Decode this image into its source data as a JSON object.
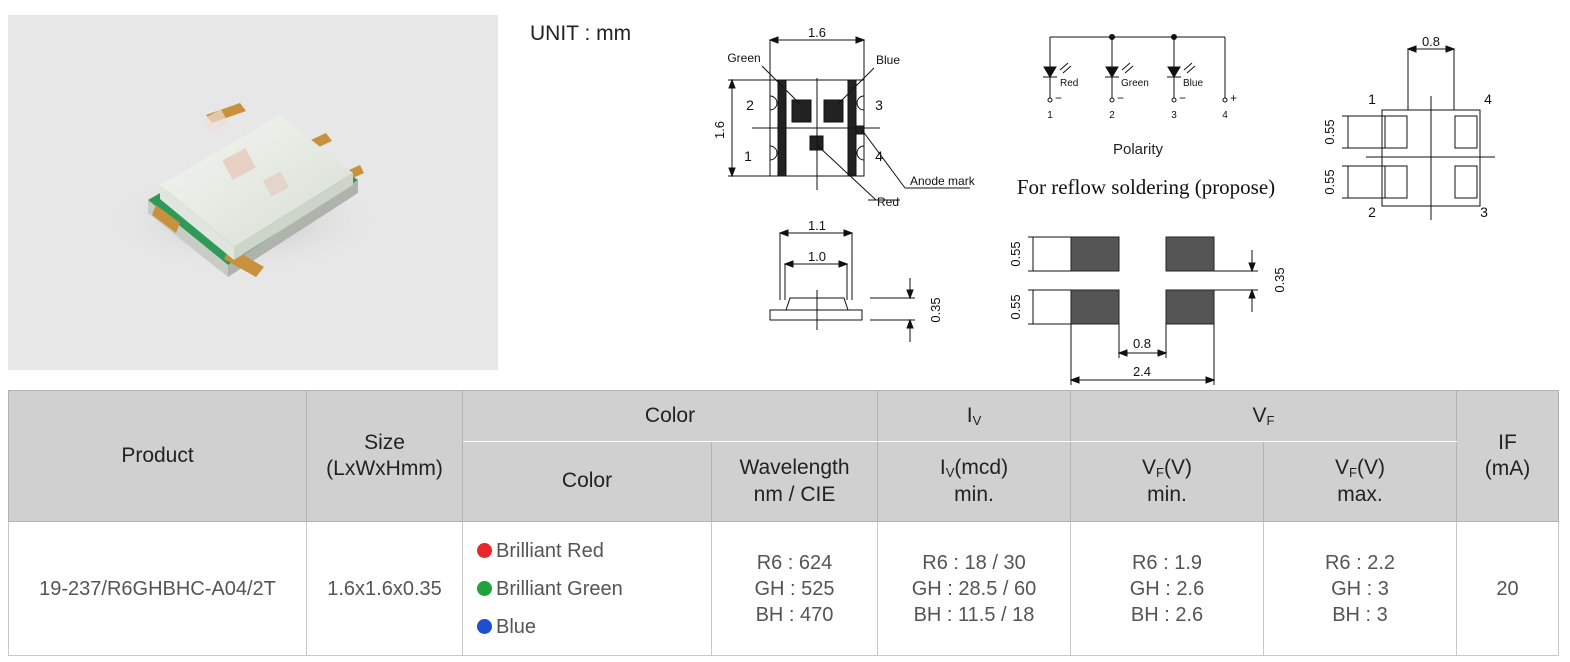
{
  "unit_label": "UNIT : mm",
  "top_view": {
    "width": "1.6",
    "height": "1.6",
    "green": "Green",
    "blue": "Blue",
    "red": "Red",
    "anode": "Anode mark",
    "pins": [
      "2",
      "3",
      "1",
      "4"
    ]
  },
  "side_view": {
    "w1": "1.1",
    "w2": "1.0",
    "h": "0.35"
  },
  "polarity": {
    "labels": [
      "Red",
      "Green",
      "Blue"
    ],
    "pin_numbers": [
      "1",
      "2",
      "3",
      "4"
    ],
    "minus": "−",
    "plus": "+",
    "title": "Polarity"
  },
  "reflow": {
    "title": "For reflow soldering (propose)",
    "pad_h1": "0.55",
    "pad_h2": "0.55",
    "gap": "0.35",
    "inner": "0.8",
    "outer": "2.4"
  },
  "bottom_view": {
    "w": "0.8",
    "h1": "0.55",
    "h2": "0.55",
    "pins": [
      "1",
      "4",
      "2",
      "3"
    ]
  },
  "table": {
    "product_h": "Product",
    "size_h1": "Size",
    "size_h2": "(LxWxHmm)",
    "color_group": "Color",
    "iv_group_main": "I",
    "iv_group_sub": "V",
    "vf_group_main": "V",
    "vf_group_sub": "F",
    "if_h1": "IF",
    "if_h2": "(mA)",
    "color_h": "Color",
    "wavelength_h1": "Wavelength",
    "wavelength_h2": "nm / CIE",
    "iv_h_main": "I",
    "iv_h_sub": "V",
    "iv_h_unit": "(mcd)",
    "iv_h2": "min.",
    "vfmin_main": "V",
    "vfmin_sub": "F",
    "vfmin_unit": "(V)",
    "vfmin_h2": "min.",
    "vfmax_main": "V",
    "vfmax_sub": "F",
    "vfmax_unit": "(V)",
    "vfmax_h2": "max.",
    "row": {
      "product": "19-237/R6GHBHC-A04/2T",
      "size": "1.6x1.6x0.35",
      "colors": [
        {
          "label": "Brilliant Red",
          "color": "#e8262b"
        },
        {
          "label": "Brilliant Green",
          "color": "#1fa33a"
        },
        {
          "label": "Blue",
          "color": "#1f4fd1"
        }
      ],
      "wavelength": [
        "R6 : 624",
        "GH : 525",
        "BH : 470"
      ],
      "iv": [
        "R6 : 18 / 30",
        "GH : 28.5 / 60",
        "BH : 11.5 / 18"
      ],
      "vf_min": [
        "R6 : 1.9",
        "GH : 2.6",
        "BH : 2.6"
      ],
      "vf_max": [
        "R6 : 2.2",
        "GH : 3",
        "BH : 3"
      ],
      "if": "20"
    }
  }
}
